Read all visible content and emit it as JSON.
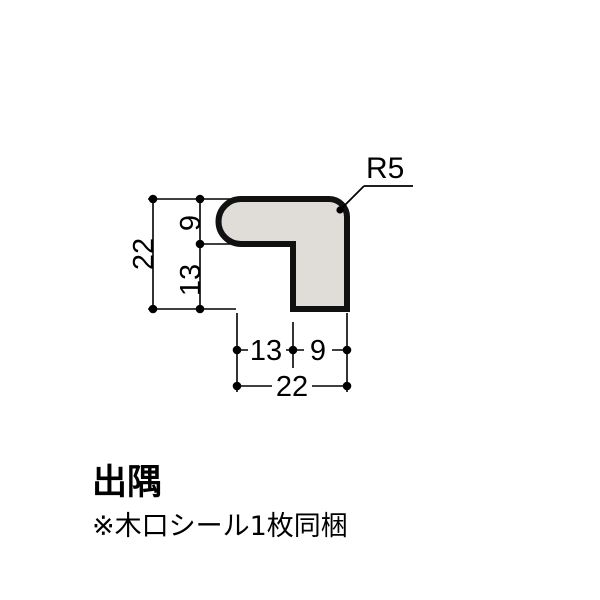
{
  "drawing": {
    "type": "cross-section-profile",
    "profile_name": "L-shaped external corner trim",
    "fill_color": "#E0DCD8",
    "outline_color": "#111111",
    "dimension_line_color": "#000000",
    "background_color": "#FFFFFF",
    "radius_label": {
      "text": "R5",
      "meaning": "corner radius 5"
    },
    "vertical_dimensions": [
      {
        "id": "v-outer",
        "text": "22",
        "span": "overall height"
      },
      {
        "id": "v-upper",
        "text": "9",
        "span": "upper leg thickness"
      },
      {
        "id": "v-lower",
        "text": "13",
        "span": "lower leg length"
      }
    ],
    "horizontal_dimensions": [
      {
        "id": "h-left",
        "text": "13",
        "span": "left leg length"
      },
      {
        "id": "h-right",
        "text": "9",
        "span": "right leg thickness"
      },
      {
        "id": "h-outer",
        "text": "22",
        "span": "overall width"
      }
    ]
  },
  "caption": {
    "title": "出隅",
    "note": "※木口シール1枚同梱"
  }
}
